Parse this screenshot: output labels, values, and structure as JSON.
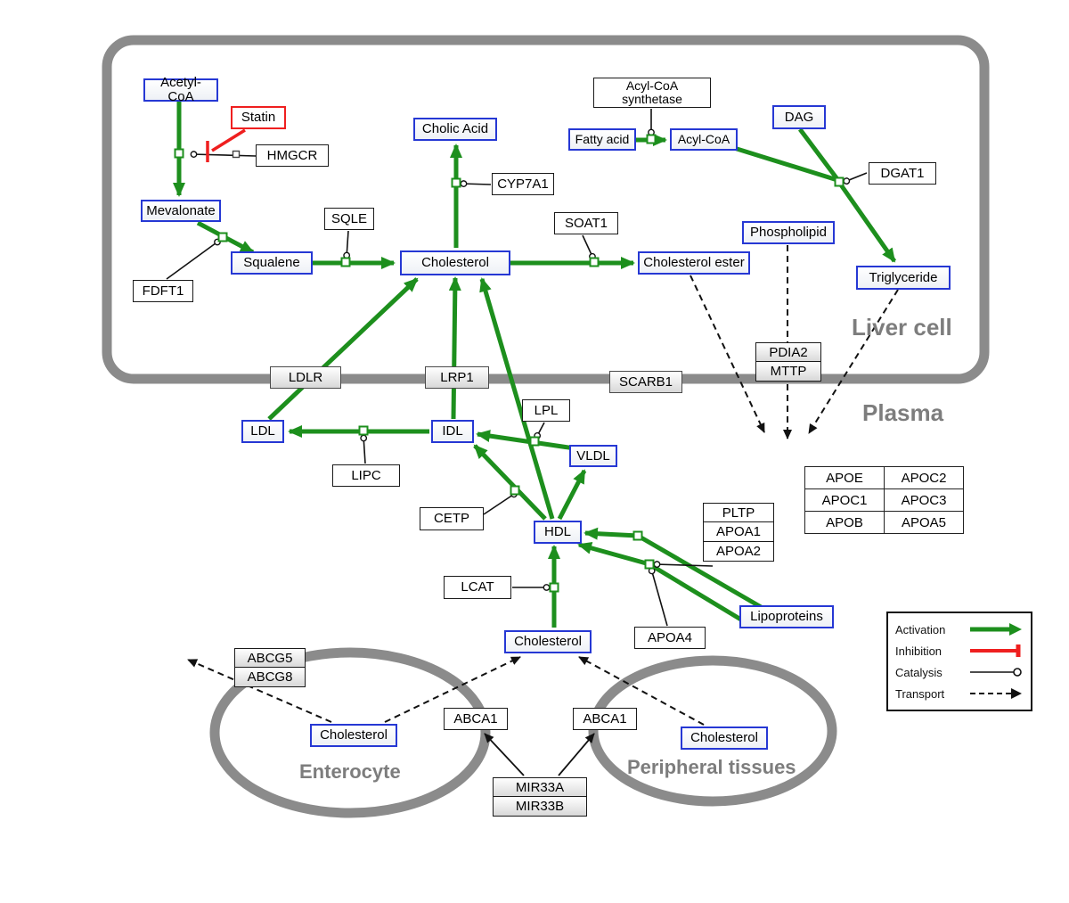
{
  "regions": {
    "liver": "Liver cell",
    "plasma": "Plasma",
    "enterocyte": "Enterocyte",
    "peripheral": "Peripheral tissues"
  },
  "nodes": {
    "acetyl_coa": "Acetyl-CoA",
    "statin": "Statin",
    "hmgcr": "HMGCR",
    "mevalonate": "Mevalonate",
    "fdft1": "FDFT1",
    "squalene": "Squalene",
    "sqle": "SQLE",
    "cholic_acid": "Cholic Acid",
    "cyp7a1": "CYP7A1",
    "cholesterol_liver": "Cholesterol",
    "soat1": "SOAT1",
    "cholesterol_ester": "Cholesterol ester",
    "acyl_coa_synthetase": "Acyl-CoA synthetase",
    "fatty_acid": "Fatty acid",
    "acyl_coa": "Acyl-CoA",
    "dag": "DAG",
    "dgat1": "DGAT1",
    "phospholipid": "Phospholipid",
    "triglyceride": "Triglyceride",
    "ldlr": "LDLR",
    "lrp1": "LRP1",
    "scarb1": "SCARB1",
    "pdia2": "PDIA2",
    "mttp": "MTTP",
    "ldl": "LDL",
    "idl": "IDL",
    "lipc": "LIPC",
    "lpl": "LPL",
    "vldl": "VLDL",
    "cetp": "CETP",
    "hdl": "HDL",
    "pltp": "PLTP",
    "apoa1": "APOA1",
    "apoa2": "APOA2",
    "lcat": "LCAT",
    "apoa4": "APOA4",
    "lipoproteins": "Lipoproteins",
    "cholesterol_plasma": "Cholesterol",
    "abcg5": "ABCG5",
    "abcg8": "ABCG8",
    "cholesterol_enterocyte": "Cholesterol",
    "abca1_left": "ABCA1",
    "abca1_right": "ABCA1",
    "cholesterol_peripheral": "Cholesterol",
    "mir33a": "MIR33A",
    "mir33b": "MIR33B"
  },
  "apo_table": {
    "rows": [
      [
        "APOE",
        "APOC2"
      ],
      [
        "APOC1",
        "APOC3"
      ],
      [
        "APOB",
        "APOA5"
      ]
    ]
  },
  "legend": {
    "activation": "Activation",
    "inhibition": "Inhibition",
    "catalysis": "Catalysis",
    "transport": "Transport"
  },
  "colors": {
    "activation_green": "#1d8f1d",
    "inhibition_red": "#ef1f1f",
    "metabolite_blue": "#2638d4",
    "membrane_gray": "#8b8b8b"
  }
}
